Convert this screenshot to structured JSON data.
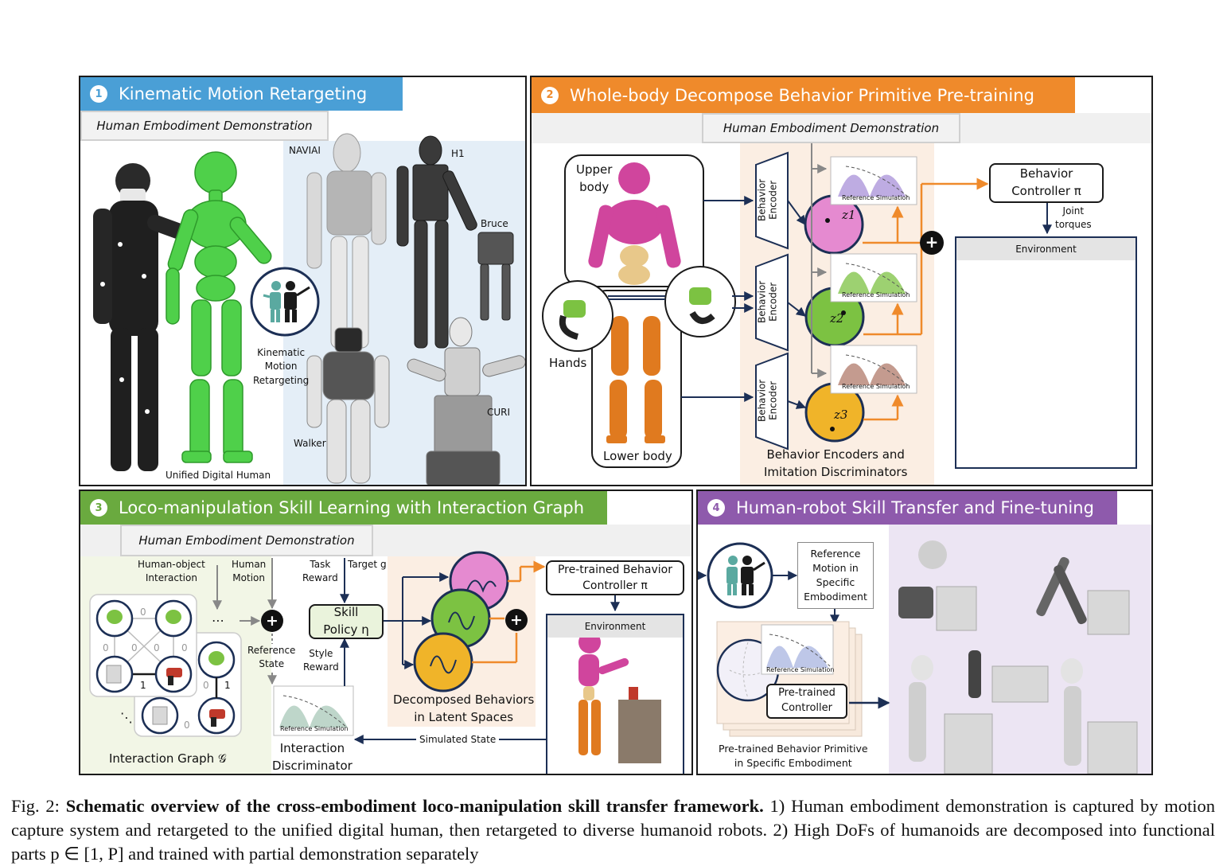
{
  "panels": [
    {
      "num": "1",
      "title": "Kinematic Motion Retargeting",
      "color": "#4a9fd6"
    },
    {
      "num": "2",
      "title": "Whole-body Decompose Behavior Primitive Pre-training",
      "color": "#ef8a2b"
    },
    {
      "num": "3",
      "title": "Loco-manipulation Skill Learning with Interaction Graph",
      "color": "#6aaa3f"
    },
    {
      "num": "4",
      "title": "Human-robot Skill Transfer and Fine-tuning",
      "color": "#8e5aac"
    }
  ],
  "demo_label": "Human Embodiment Demonstration",
  "p1": {
    "robots": [
      "NAVIAI",
      "H1",
      "Bruce",
      "Walker",
      "CURI"
    ],
    "retarget_label": "Kinematic\nMotion\nRetargeting",
    "unified_label": "Unified Digital Human"
  },
  "p2": {
    "upper_body": "Upper\nbody",
    "hands": "Hands",
    "lower_body": "Lower body",
    "encoder": "Behavior\nEncoder",
    "latents": [
      "z1",
      "z2",
      "z3"
    ],
    "plot_legend": "Reference  Simulation",
    "encoders_caption": "Behavior Encoders and\nImitation Discriminators",
    "controller": "Behavior\nController π",
    "joint_torques": "Joint\ntorques",
    "environment": "Environment"
  },
  "p3": {
    "hoi": "Human-object\nInteraction",
    "human_motion": "Human\nMotion",
    "task_reward": "Task\nReward",
    "target": "Target g",
    "reference_state": "Reference\nState",
    "style_reward": "Style\nReward",
    "skill_policy": "Skill\nPolicy η",
    "decomposed": "Decomposed Behaviors\nin Latent Spaces",
    "pretrained": "Pre-trained Behavior\nController π",
    "environment": "Environment",
    "simulated_state": "Simulated State",
    "discriminator": "Interaction\nDiscriminator",
    "graph_label": "Interaction Graph 𝒢",
    "edge_labels": [
      "0",
      "0",
      "0",
      "0",
      "0",
      "1",
      "0",
      "1",
      "0"
    ],
    "plot_legend": "Reference  Simulation"
  },
  "p4": {
    "reference_motion": "Reference\nMotion in\nSpecific\nEmbodiment",
    "plot_legend": "Reference  Simulation",
    "pretrained_controller": "Pre-trained\nController",
    "primitive": "Pre-trained Behavior Primitive\nin Specific Embodiment"
  },
  "caption": {
    "prefix": "Fig. 2: ",
    "bold": "Schematic overview of the cross-embodiment loco-manipulation skill transfer framework.",
    "text": " 1) Human embodiment demonstration is captured by motion capture system and retargeted to the unified digital human, then retargeted to diverse humanoid robots. 2) High DoFs of humanoids are decomposed into functional parts p ∈ [1, P] and trained with partial demonstration separately"
  },
  "colors": {
    "border": "#1a1a1a",
    "arrow_navy": "#1c2f55",
    "arrow_orange": "#ef8a2b",
    "latent_pink": "#e58ad0",
    "latent_green": "#7cc242",
    "latent_yellow": "#f0b429",
    "robot_magenta": "#d0459d",
    "robot_orange": "#e07a1f",
    "human_green": "#4fd04a"
  }
}
